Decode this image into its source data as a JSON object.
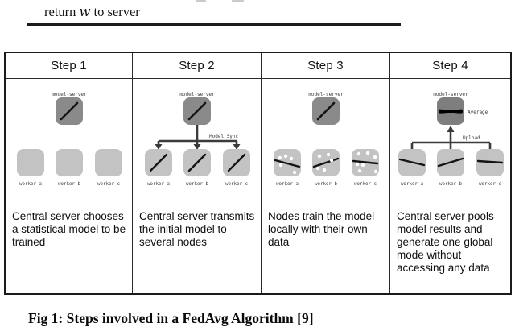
{
  "note": {
    "prefix": "return",
    "variable": "w",
    "suffix": "to server"
  },
  "steps": [
    {
      "header": "Step 1",
      "server_label": "model-server",
      "worker_labels": [
        "worker-a",
        "worker-b",
        "worker-c"
      ],
      "description": "Central server chooses a statistical model to be trained"
    },
    {
      "header": "Step 2",
      "server_label": "model-server",
      "sync_label": "Model Sync",
      "worker_labels": [
        "worker-a",
        "worker-b",
        "worker-c"
      ],
      "description": "Central server transmits the initial model to several nodes"
    },
    {
      "header": "Step 3",
      "server_label": "model-server",
      "worker_labels": [
        "worker-a",
        "worker-b",
        "worker-c"
      ],
      "description": "Nodes train the model locally with their own data"
    },
    {
      "header": "Step 4",
      "server_label": "model-server",
      "average_label": "Average",
      "upload_label": "Upload",
      "worker_labels": [
        "worker-a",
        "worker-b",
        "worker-c"
      ],
      "description": "Central server pools model results and generate one global mode without accessing any data"
    }
  ],
  "caption": "Fig 1: Steps involved in a FedAvg Algorithm [9]",
  "colors": {
    "server_fill": "#8a8a8a",
    "server_fill_step4": "#7e7e7e",
    "worker_fill": "#c3c3c3",
    "line": "#1a1a1a",
    "arrow": "#3a3a3a"
  }
}
